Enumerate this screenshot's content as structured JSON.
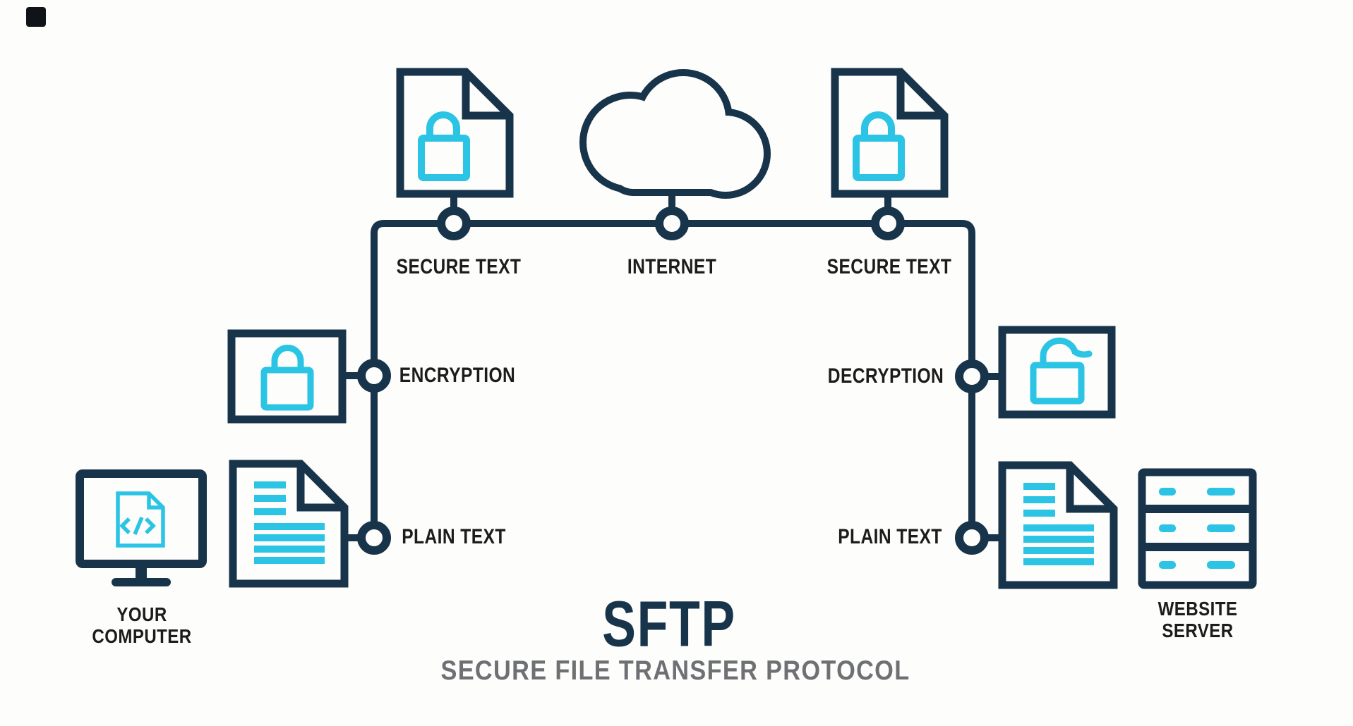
{
  "title": {
    "main": "SFTP",
    "subtitle": "SECURE FILE TRANSFER PROTOCOL"
  },
  "labels": {
    "secure_text_left": "SECURE TEXT",
    "internet": "INTERNET",
    "secure_text_right": "SECURE TEXT",
    "encryption": "ENCRYPTION",
    "decryption": "DECRYPTION",
    "plain_text_left": "PLAIN TEXT",
    "plain_text_right": "PLAIN TEXT",
    "your_computer": [
      "YOUR",
      "COMPUTER"
    ],
    "website_server": [
      "WEBSITE",
      "SERVER"
    ]
  },
  "icons": {
    "secure_file_left": "document-with-lock-icon",
    "secure_file_right": "document-with-lock-icon",
    "internet": "cloud-icon",
    "encryption": "closed-padlock-icon",
    "decryption": "open-padlock-icon",
    "plain_file_left": "text-document-icon",
    "plain_file_right": "text-document-icon",
    "your_computer": "monitor-with-code-file-icon",
    "website_server": "server-rack-icon",
    "connectors": "circle-node-connectors"
  },
  "colors": {
    "navy": "#18344b",
    "cyan": "#2bc4e4",
    "label": "#1c1c1a",
    "gray": "#6e7074",
    "bg": "#fdfdfc",
    "corner_mark": "#101418"
  }
}
